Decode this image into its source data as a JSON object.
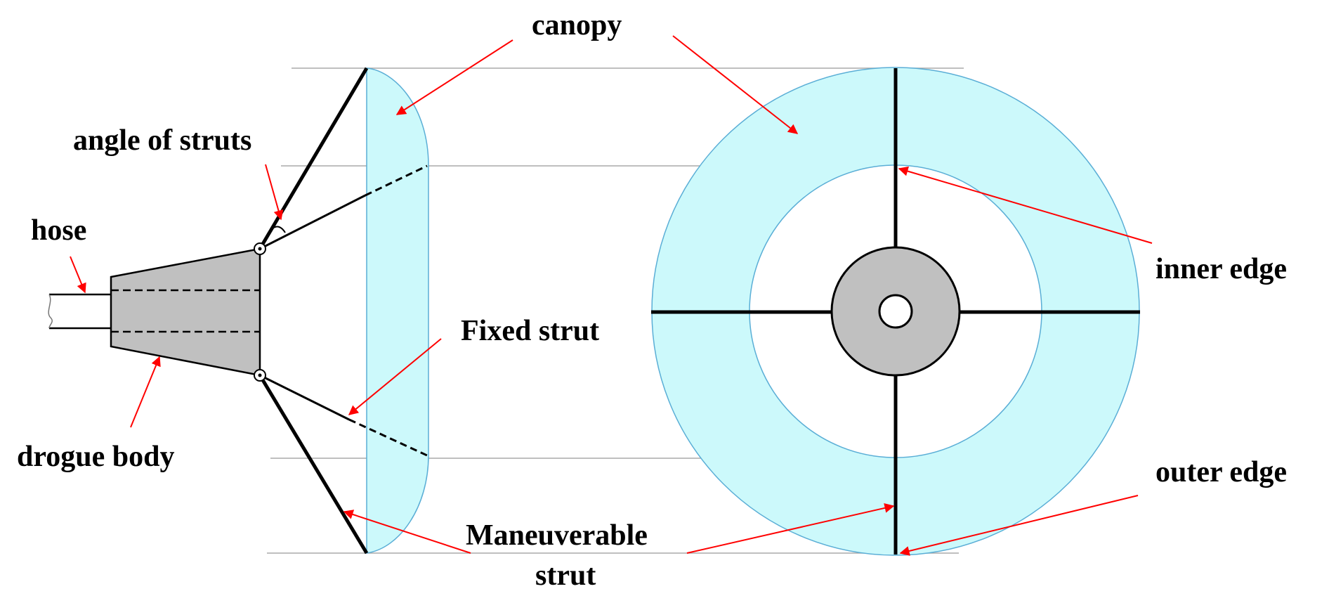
{
  "labels": {
    "canopy": "canopy",
    "angle_of_struts": "angle of struts",
    "hose": "hose",
    "fixed_strut": "Fixed strut",
    "drogue_body": "drogue body",
    "maneuverable_line1": "Maneuverable",
    "maneuverable_line2": "strut",
    "inner_edge": "inner edge",
    "outer_edge": "outer edge"
  },
  "colors": {
    "canopy_fill": "#ccf9fb",
    "canopy_stroke": "#5aaed6",
    "body_fill": "#c0c0c0",
    "arrow": "#ff0000",
    "strut": "#000000",
    "guide_line": "#aaaaaa"
  }
}
